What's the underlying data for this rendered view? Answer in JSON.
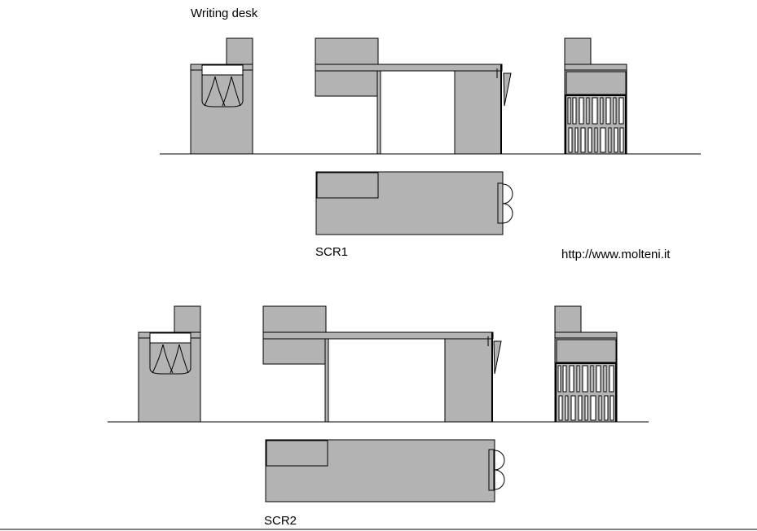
{
  "title": "Writing desk",
  "website": "http://www.molteni.it",
  "models": [
    {
      "code": "SCR1"
    },
    {
      "code": "SCR2"
    }
  ]
}
